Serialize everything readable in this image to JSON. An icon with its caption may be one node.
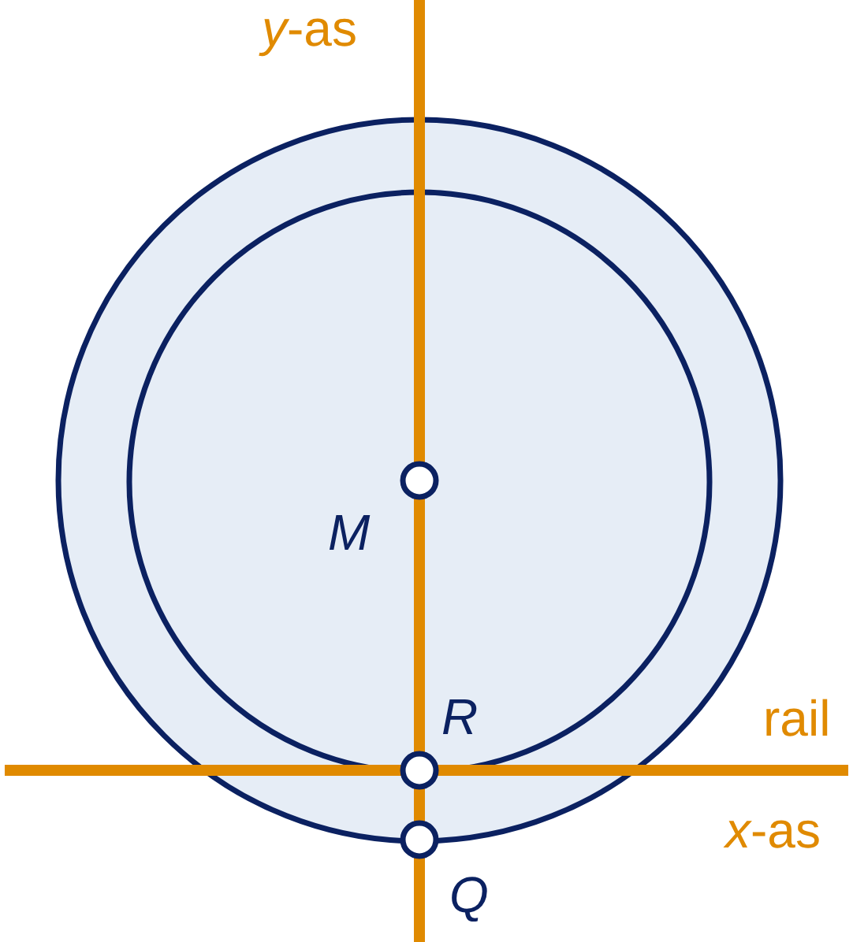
{
  "diagram": {
    "labels": [
      "*y*-as",
      "M",
      "R",
      "rail",
      "*x*-as",
      "Q"
    ]
  }
}
